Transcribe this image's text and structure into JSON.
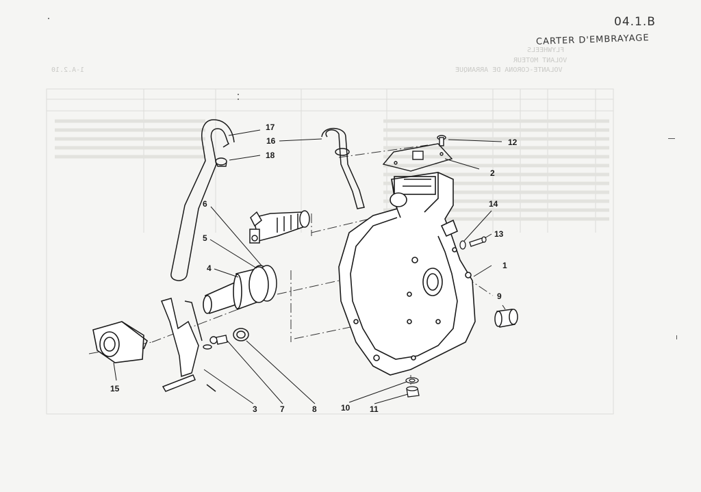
{
  "header": {
    "reference": "04.1.B",
    "title": "CARTER D'EMBRAYAGE"
  },
  "bleed_through": {
    "lines": [
      "FLYWHEELS",
      "VOLANT MOTEUR",
      "VOLANTE-CORONA DE ARRANQUE"
    ],
    "code": "1-A.2.10"
  },
  "callouts": [
    "1",
    "2",
    "3",
    "4",
    "5",
    "6",
    "7",
    "8",
    "9",
    "10",
    "11",
    "12",
    "13",
    "14",
    "15",
    "16",
    "17",
    "18"
  ]
}
